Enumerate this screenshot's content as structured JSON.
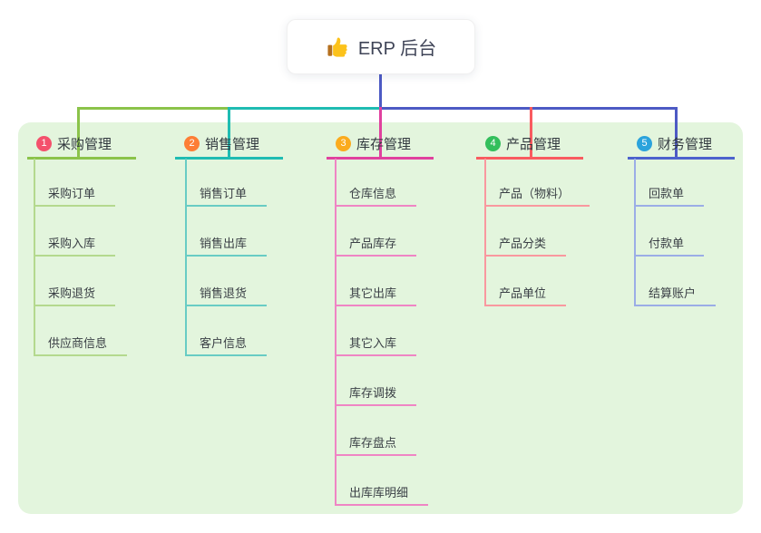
{
  "root": {
    "label": "ERP 后台",
    "icon": "thumbs-up-icon"
  },
  "branches": [
    {
      "badge": "1",
      "label": "采购管理",
      "badge_color": "#f4516c",
      "line_color": "#8bc34a",
      "child_line_color": "#b4d98e",
      "children": [
        "采购订单",
        "采购入库",
        "采购退货",
        "供应商信息"
      ]
    },
    {
      "badge": "2",
      "label": "销售管理",
      "badge_color": "#fd7e35",
      "line_color": "#1fbcb2",
      "child_line_color": "#68ccc4",
      "children": [
        "销售订单",
        "销售出库",
        "销售退货",
        "客户信息"
      ]
    },
    {
      "badge": "3",
      "label": "库存管理",
      "badge_color": "#fbab1d",
      "line_color": "#e0419e",
      "child_line_color": "#ef85c4",
      "children": [
        "仓库信息",
        "产品库存",
        "其它出库",
        "其它入库",
        "库存调拨",
        "库存盘点",
        "出库库明细"
      ]
    },
    {
      "badge": "4",
      "label": "产品管理",
      "badge_color": "#33bf5c",
      "line_color": "#f95b60",
      "child_line_color": "#f9989f",
      "children": [
        "产品（物料）",
        "产品分类",
        "产品单位"
      ]
    },
    {
      "badge": "5",
      "label": "财务管理",
      "badge_color": "#2ba3dc",
      "line_color": "#4d62cd",
      "child_line_color": "#9bade6",
      "children": [
        "回款单",
        "付款单",
        "结算账户"
      ]
    }
  ],
  "colors": {
    "canvas_bg": "#ffffff",
    "panel_bg": "#e3f5dd",
    "root_connector": "#4d5ac4",
    "text_dark": "#3f4457",
    "text_node": "#3b4046"
  }
}
